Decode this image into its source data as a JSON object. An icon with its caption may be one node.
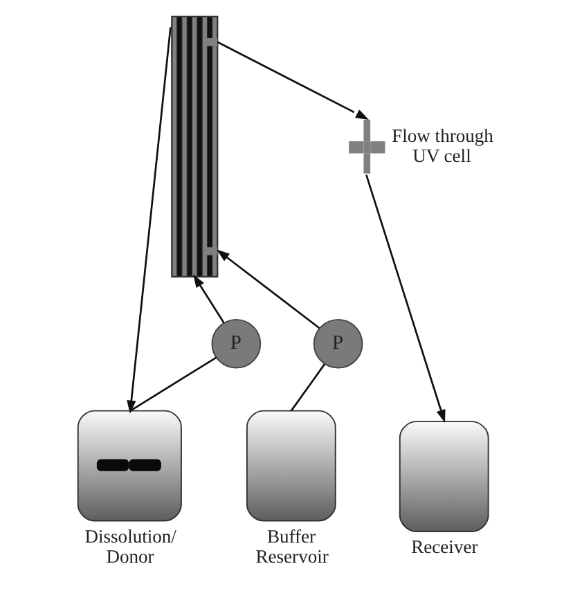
{
  "diagram": {
    "nodes": [
      {
        "text": [],
        "shape": "box"
      },
      {
        "text": [
          "Flow through UV cell"
        ]
      },
      {
        "text": [
          "P"
        ]
      },
      {
        "text": [
          "P"
        ]
      },
      {
        "text": [
          "Dissolution/ Donor"
        ]
      },
      {
        "text": [
          "Buffer Reservoir"
        ]
      },
      {
        "text": [
          "Receiver"
        ]
      }
    ],
    "edges": [
      {
        "from": 4,
        "to": 2,
        "arrow": "none"
      },
      {
        "from": 2,
        "to": 0,
        "arrow": "to"
      },
      {
        "from": 0,
        "to": 4,
        "arrow": "to"
      },
      {
        "from": 5,
        "to": 3,
        "arrow": "none"
      },
      {
        "from": 3,
        "to": 0,
        "arrow": "to"
      },
      {
        "from": 0,
        "to": 1,
        "arrow": "to"
      },
      {
        "from": 1,
        "to": 6,
        "arrow": "to"
      }
    ]
  }
}
